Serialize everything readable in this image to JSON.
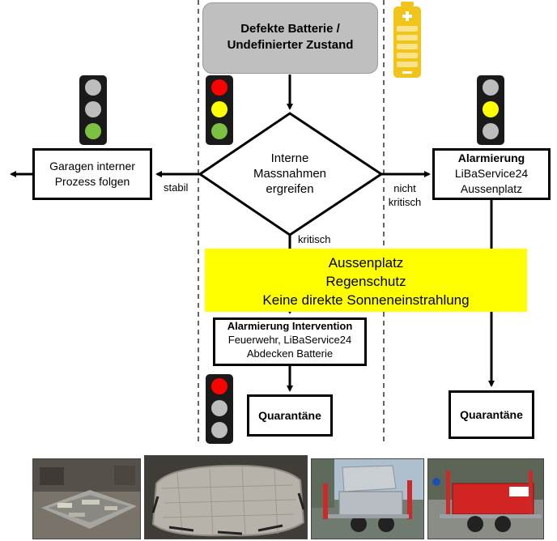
{
  "start": {
    "line1": "Defekte Batterie /",
    "line2": "Undefinierter Zustand"
  },
  "decision": {
    "line1": "Interne",
    "line2": "Massnahmen",
    "line3": "ergreifen"
  },
  "left_box": {
    "line1": "Garagen interner",
    "line2": "Prozess folgen"
  },
  "right_box": {
    "title": "Alarmierung",
    "line1": "LiBaService24",
    "line2": "Aussenplatz"
  },
  "edge_labels": {
    "stabil": "stabil",
    "nicht_kritisch_1": "nicht",
    "nicht_kritisch_2": "kritisch",
    "kritisch": "kritisch"
  },
  "yellow_box": {
    "line1": "Aussenplatz",
    "line2": "Regenschutz",
    "line3": "Keine direkte Sonneneinstrahlung"
  },
  "intervention_box": {
    "title": "Alarmierung Intervention",
    "line1": "Feuerwehr, LiBaService24",
    "line2": "Abdecken Batterie"
  },
  "quarantine_left": "Quarantäne",
  "quarantine_right": "Quarantäne",
  "colors": {
    "red": "#ff0000",
    "yellow": "#ffff00",
    "green": "#7cc142",
    "inactive": "#bdbdbd",
    "traffic_housing": "#1a1a1a",
    "start_box": "#bfbfbf",
    "yellow_band": "#ffff00",
    "battery": "#f0c419"
  },
  "icons": {
    "traffic_left": "traffic-light-green",
    "traffic_center": "traffic-light-all",
    "traffic_right": "traffic-light-yellow",
    "traffic_bottom": "traffic-light-red",
    "battery": "battery-icon"
  }
}
